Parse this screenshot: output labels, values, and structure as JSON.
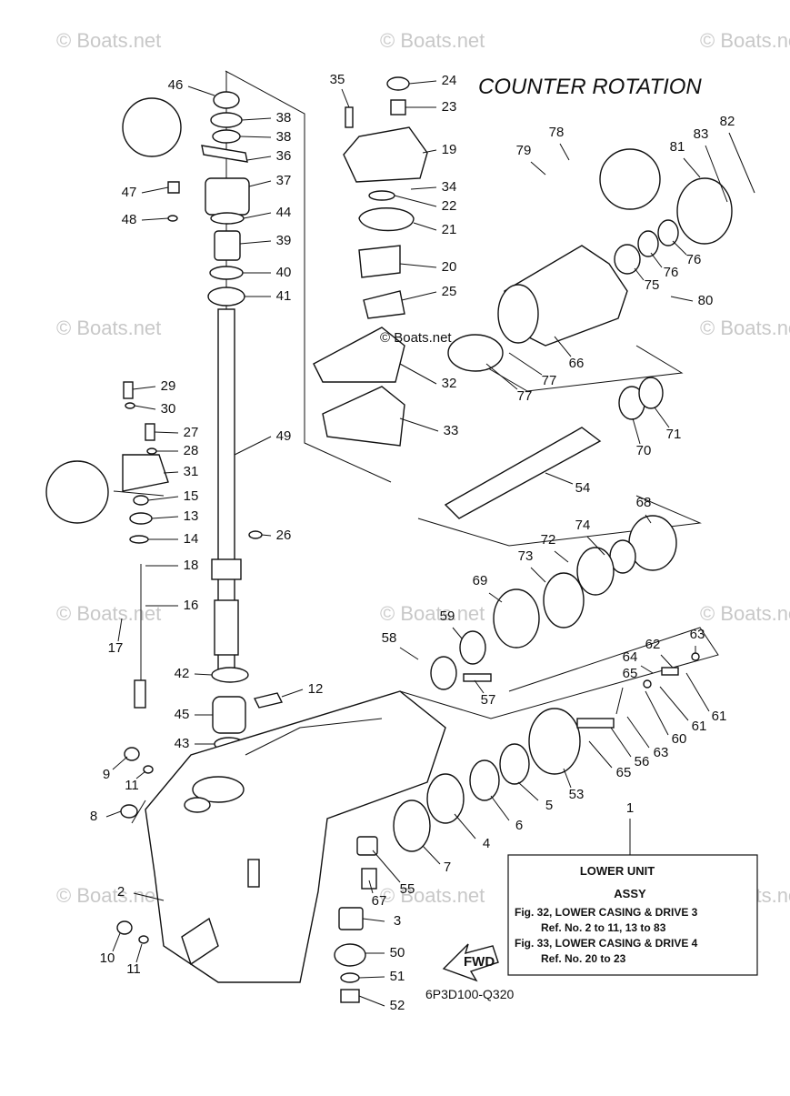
{
  "diagram": {
    "title": "COUNTER ROTATION",
    "drawing_code": "6P3D100-Q320",
    "watermark": "© Boats.net",
    "center_watermark": "© Boats.net",
    "fwd_label": "FWD",
    "callout_1": "1",
    "info_box": {
      "line1": "LOWER UNIT",
      "line2": "ASSY",
      "line3": "Fig. 32, LOWER CASING & DRIVE 3",
      "line4": "Ref. No. 2 to 11, 13 to 83",
      "line5": "Fig. 33, LOWER CASING & DRIVE 4",
      "line6": "Ref. No. 20 to 23"
    },
    "part_numbers": [
      "46",
      "38",
      "38",
      "36",
      "37",
      "47",
      "48",
      "44",
      "39",
      "40",
      "41",
      "35",
      "24",
      "23",
      "19",
      "34",
      "22",
      "21",
      "20",
      "25",
      "32",
      "33",
      "29",
      "30",
      "27",
      "28",
      "31",
      "15",
      "13",
      "14",
      "18",
      "16",
      "17",
      "26",
      "49",
      "42",
      "12",
      "45",
      "43",
      "9",
      "11",
      "8",
      "2",
      "10",
      "11",
      "50",
      "51",
      "52",
      "3",
      "67",
      "55",
      "7",
      "4",
      "6",
      "5",
      "53",
      "78",
      "79",
      "82",
      "83",
      "81",
      "76",
      "76",
      "75",
      "80",
      "66",
      "77",
      "77",
      "71",
      "70",
      "54",
      "68",
      "74",
      "72",
      "73",
      "69",
      "59",
      "58",
      "57",
      "63",
      "62",
      "64",
      "65",
      "61",
      "61",
      "60",
      "63",
      "56",
      "65"
    ]
  }
}
